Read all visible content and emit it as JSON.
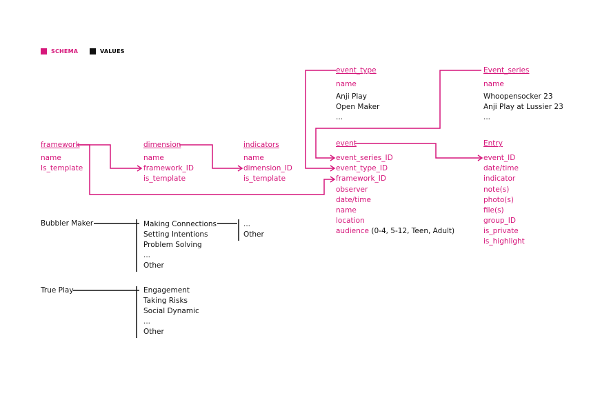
{
  "colors": {
    "schema": "#d6177b",
    "values": "#111111"
  },
  "legend": {
    "schema_label": "SCHEMA",
    "values_label": "VALUES"
  },
  "framework": {
    "title": "framework",
    "fields": [
      "name",
      "Is_template"
    ]
  },
  "dimension": {
    "title": "dimension",
    "fields": [
      "name",
      "framework_ID",
      "is_template"
    ]
  },
  "indicators": {
    "title": "indicators",
    "fields": [
      "name",
      "dimension_ID",
      "is_template"
    ]
  },
  "event_type": {
    "title": "event_type",
    "fields": [
      "name"
    ],
    "values": [
      "Anji Play",
      "Open Maker",
      "..."
    ]
  },
  "event_series": {
    "title": "Event_series",
    "fields": [
      "name"
    ],
    "values": [
      "Whoopensocker 23",
      "Anji Play at Lussier 23",
      "..."
    ]
  },
  "event": {
    "title": "event",
    "fields": [
      "event_series_ID",
      "event_type_ID",
      "framework_ID",
      "observer",
      "date/time",
      "name",
      "location",
      "audience"
    ],
    "audience_values": "(0-4, 5-12, Teen, Adult)"
  },
  "entry": {
    "title": "Entry",
    "fields": [
      "event_ID",
      "date/time",
      "indicator",
      "note(s)",
      "photo(s)",
      "file(s)",
      "group_ID",
      "is_private",
      "is_highlight"
    ]
  },
  "bubbler": {
    "name": "Bubbler Maker",
    "dimensions": [
      "Making Connections",
      "Setting Intentions",
      "Problem Solving",
      "...",
      "Other"
    ],
    "indicators": [
      "...",
      "Other"
    ]
  },
  "trueplay": {
    "name": "True Play",
    "dimensions": [
      "Engagement",
      "Taking Risks",
      "Social Dynamic",
      "...",
      "Other"
    ]
  }
}
